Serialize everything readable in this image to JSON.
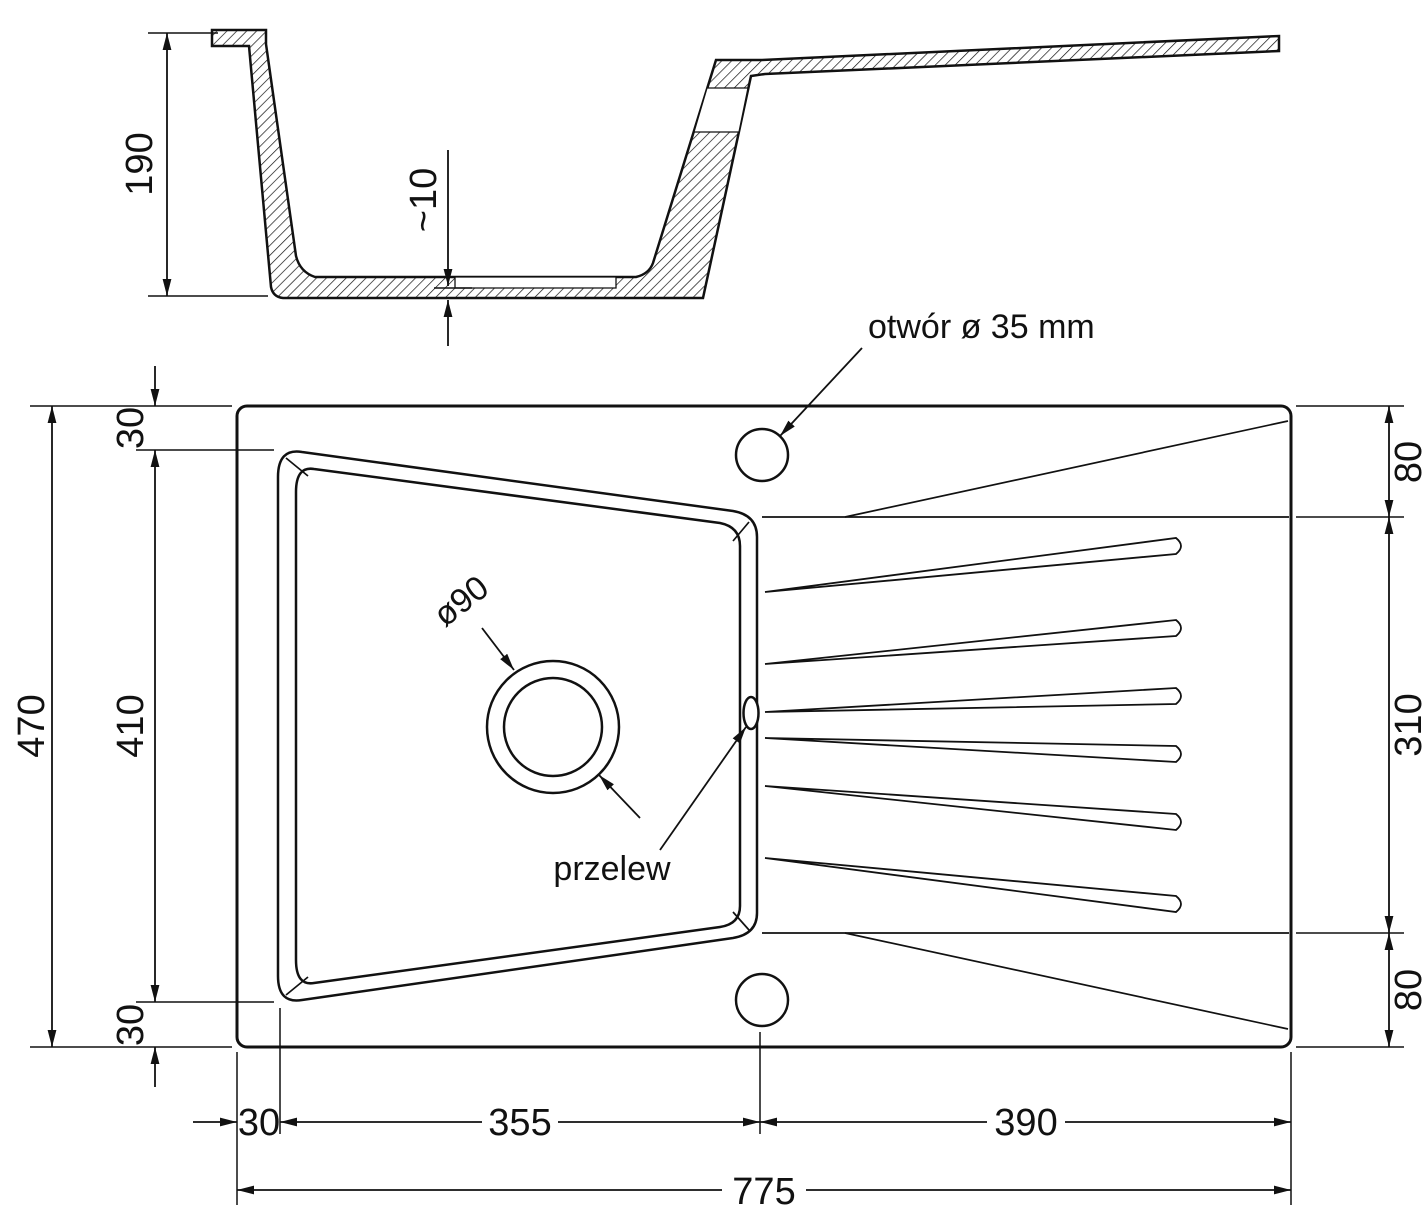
{
  "drawing": {
    "labels": {
      "tap_hole": "otwór ø 35 mm",
      "drain_diameter": "ø90",
      "overflow": "przelew"
    },
    "dims": {
      "depth": "190",
      "bottom_thickness": "~10",
      "overall_height": "470",
      "basin_height": "410",
      "rim_top": "30",
      "rim_bottom": "30",
      "drainer_top": "80",
      "drainer_middle": "310",
      "drainer_bottom": "80",
      "left_margin": "30",
      "basin_width": "355",
      "drainer_width": "390",
      "overall_width": "775"
    },
    "colors": {
      "line": "#111111",
      "background": "#ffffff"
    }
  }
}
